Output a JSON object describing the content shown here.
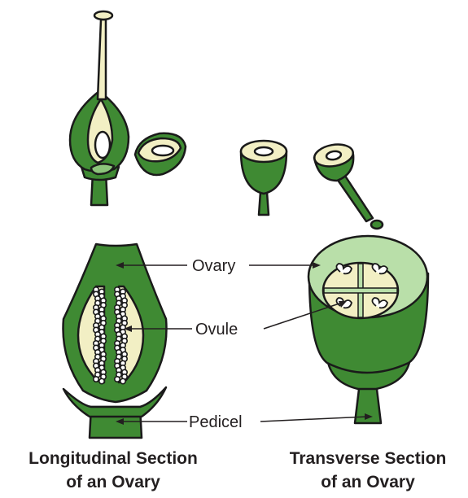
{
  "labels": {
    "ovary": "Ovary",
    "ovule": "Ovule",
    "pedicel": "Pedicel"
  },
  "captions": {
    "longitudinal_line1": "Longitudinal Section",
    "longitudinal_line2": "of an Ovary",
    "transverse_line1": "Transverse Section",
    "transverse_line2": "of an Ovary"
  },
  "colors": {
    "dark_green": "#3f8a33",
    "mid_green": "#5aa348",
    "light_green": "#b9dfa9",
    "cream": "#f2efc4",
    "outline": "#1a1a1a"
  }
}
